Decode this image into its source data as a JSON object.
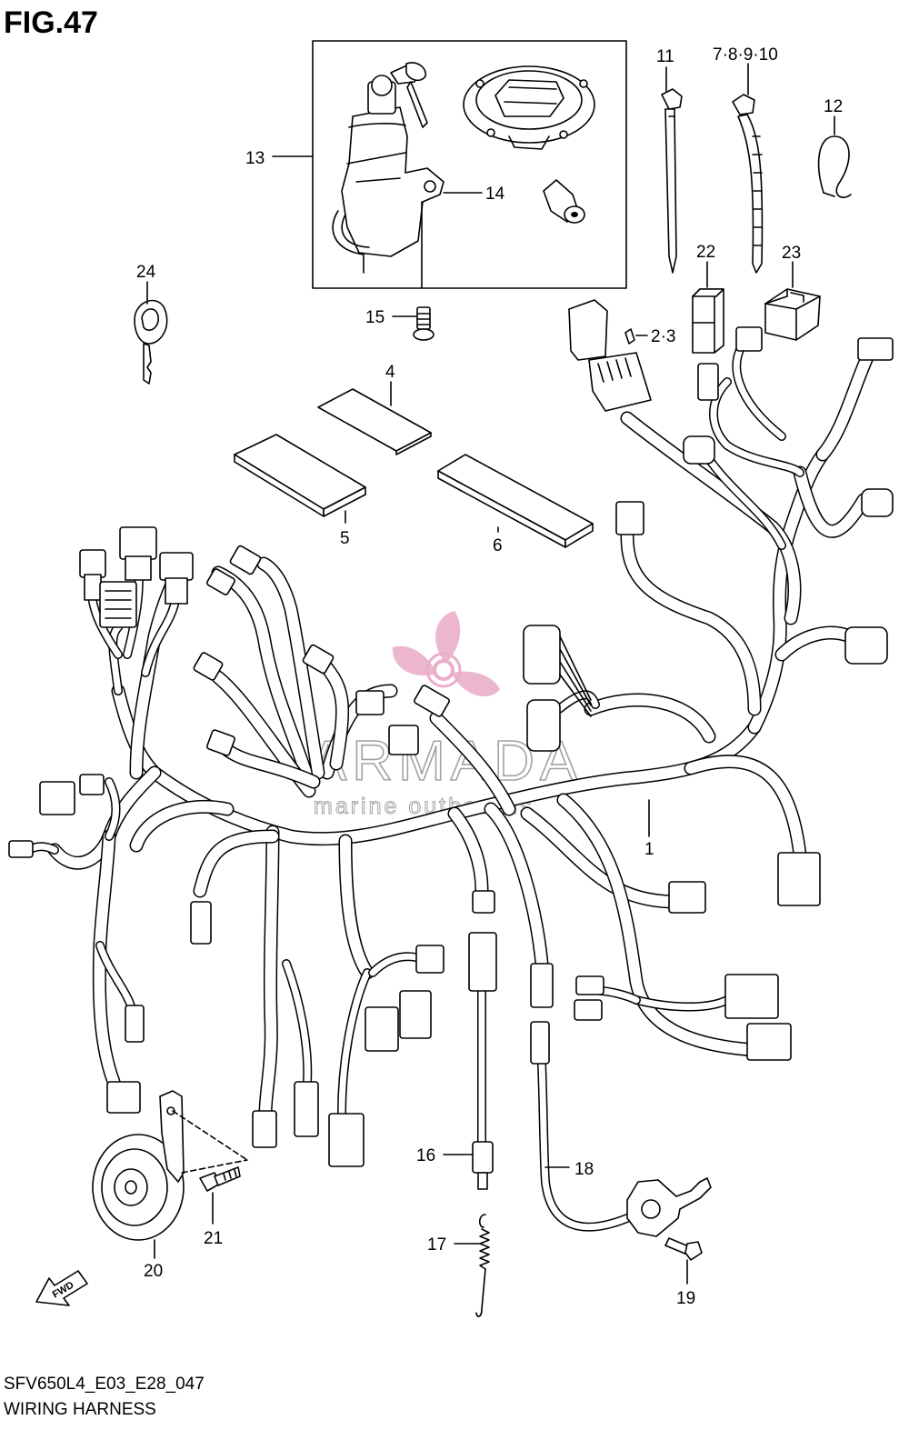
{
  "figure": {
    "title": "FIG.47",
    "code": "SFV650L4_E03_E28_047",
    "name": "WIRING HARNESS"
  },
  "watermark": {
    "brand": "ARMADA",
    "tagline": "marine outboards",
    "accent_color": "#e8a0c0"
  },
  "callouts": [
    {
      "id": "c1",
      "label": "1"
    },
    {
      "id": "c2-3",
      "label": "2·3"
    },
    {
      "id": "c4",
      "label": "4"
    },
    {
      "id": "c5",
      "label": "5"
    },
    {
      "id": "c6",
      "label": "6"
    },
    {
      "id": "c7-10",
      "label": "7·8·9·10"
    },
    {
      "id": "c11",
      "label": "11"
    },
    {
      "id": "c12",
      "label": "12"
    },
    {
      "id": "c13",
      "label": "13"
    },
    {
      "id": "c14",
      "label": "14"
    },
    {
      "id": "c15",
      "label": "15"
    },
    {
      "id": "c16",
      "label": "16"
    },
    {
      "id": "c17",
      "label": "17"
    },
    {
      "id": "c18",
      "label": "18"
    },
    {
      "id": "c19",
      "label": "19"
    },
    {
      "id": "c20",
      "label": "20"
    },
    {
      "id": "c21",
      "label": "21"
    },
    {
      "id": "c22",
      "label": "22"
    },
    {
      "id": "c23",
      "label": "23"
    },
    {
      "id": "c24",
      "label": "24"
    }
  ],
  "direction_marker": "FWD"
}
